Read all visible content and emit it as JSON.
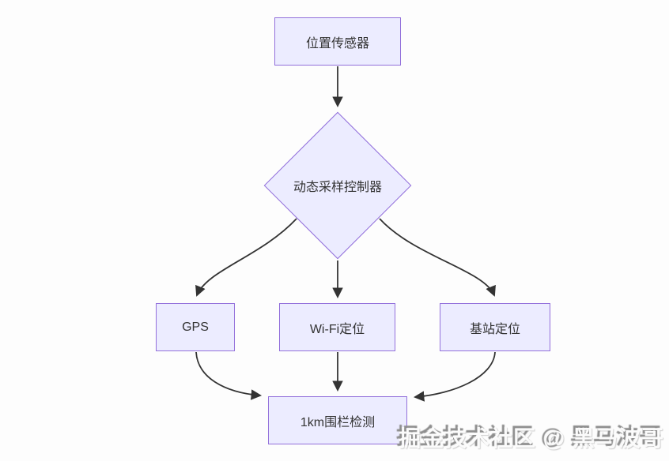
{
  "diagram": {
    "type": "flowchart",
    "nodes": [
      {
        "id": "position-sensor",
        "label": "位置传感器",
        "shape": "rect"
      },
      {
        "id": "dynamic-sampling-controller",
        "label": "动态采样控制器",
        "shape": "diamond"
      },
      {
        "id": "gps",
        "label": "GPS",
        "shape": "rect"
      },
      {
        "id": "wifi-positioning",
        "label": "Wi-Fi定位",
        "shape": "rect"
      },
      {
        "id": "base-station-positioning",
        "label": "基站定位",
        "shape": "rect"
      },
      {
        "id": "fence-detection",
        "label": "1km围栏检测",
        "shape": "rect"
      }
    ],
    "edges": [
      {
        "from": "position-sensor",
        "to": "dynamic-sampling-controller"
      },
      {
        "from": "dynamic-sampling-controller",
        "to": "gps"
      },
      {
        "from": "dynamic-sampling-controller",
        "to": "wifi-positioning"
      },
      {
        "from": "dynamic-sampling-controller",
        "to": "base-station-positioning"
      },
      {
        "from": "gps",
        "to": "fence-detection"
      },
      {
        "from": "wifi-positioning",
        "to": "fence-detection"
      },
      {
        "from": "base-station-positioning",
        "to": "fence-detection"
      }
    ],
    "colors": {
      "node_fill": "#ECECFF",
      "node_border": "#9370DB",
      "edge_line": "#333333",
      "node_text": "#333333"
    }
  },
  "watermark": {
    "text": "掘金技术社区 @ 黑马波哥"
  }
}
